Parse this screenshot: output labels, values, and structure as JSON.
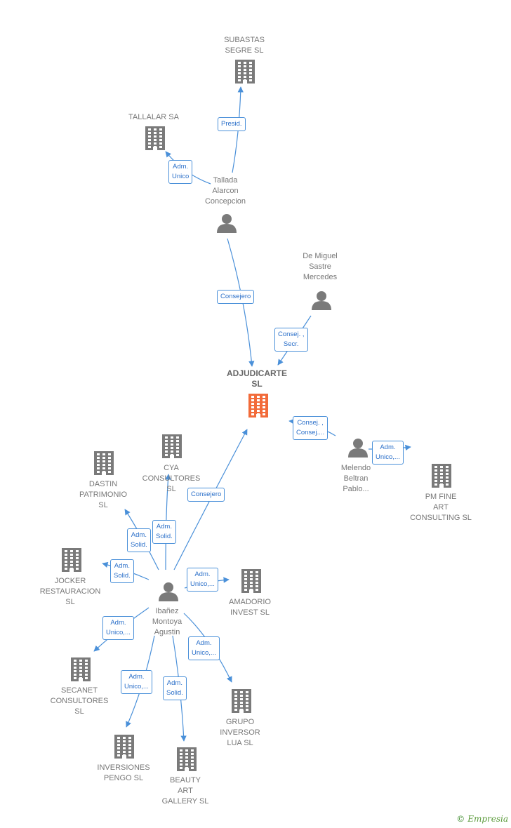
{
  "nodes": {
    "subastas": {
      "label": "SUBASTAS\nSEGRE SL",
      "type": "company"
    },
    "tallalar": {
      "label": "TALLALAR SA",
      "type": "company"
    },
    "tallada": {
      "label": "Tallada\nAlarcon\nConcepcion",
      "type": "person"
    },
    "demiguel": {
      "label": "De Miguel\nSastre\nMercedes",
      "type": "person"
    },
    "adjudicarte": {
      "label": "ADJUDICARTE\nSL",
      "type": "company-main"
    },
    "melendo": {
      "label": "Melendo\nBeltran\nPablo...",
      "type": "person"
    },
    "pmfine": {
      "label": "PM FINE\nART\nCONSULTING SL",
      "type": "company"
    },
    "cya": {
      "label": "CYA\nCONSULTORES\nSL",
      "type": "company"
    },
    "dastin": {
      "label": "DASTIN\nPATRIMONIO\nSL",
      "type": "company"
    },
    "jocker": {
      "label": "JOCKER\nRESTAURACION\nSL",
      "type": "company"
    },
    "amadorio": {
      "label": "AMADORIO\nINVEST SL",
      "type": "company"
    },
    "ibanez": {
      "label": "Ibañez\nMontoya\nAgustin",
      "type": "person"
    },
    "secanet": {
      "label": "SECANET\nCONSULTORES\nSL",
      "type": "company"
    },
    "grupo": {
      "label": "GRUPO\nINVERSOR\nLUA SL",
      "type": "company"
    },
    "inversiones": {
      "label": "INVERSIONES\nPENGO SL",
      "type": "company"
    },
    "beauty": {
      "label": "BEAUTY\nART\nGALLERY SL",
      "type": "company"
    }
  },
  "edges": [
    {
      "id": "e1",
      "label": "Presid."
    },
    {
      "id": "e2",
      "label": "Adm.\nUnico"
    },
    {
      "id": "e3",
      "label": "Consejero"
    },
    {
      "id": "e4",
      "label": "Consej. ,\nSecr."
    },
    {
      "id": "e5",
      "label": "Consej. ,\nConsej...."
    },
    {
      "id": "e6",
      "label": "Adm.\nUnico,..."
    },
    {
      "id": "e7",
      "label": "Consejero"
    },
    {
      "id": "e8",
      "label": "Adm.\nSolid."
    },
    {
      "id": "e9",
      "label": "Adm.\nSolid."
    },
    {
      "id": "e10",
      "label": "Adm.\nSolid."
    },
    {
      "id": "e11",
      "label": "Adm.\nUnico,..."
    },
    {
      "id": "e12",
      "label": "Adm.\nUnico,..."
    },
    {
      "id": "e13",
      "label": "Adm.\nUnico,..."
    },
    {
      "id": "e14",
      "label": "Adm.\nUnico,..."
    },
    {
      "id": "e15",
      "label": "Adm.\nSolid."
    }
  ],
  "colors": {
    "company": "#7a7a7a",
    "main": "#f26b3a",
    "person": "#7a7a7a",
    "edge": "#4a90d9",
    "edge_text": "#2a6fc9"
  },
  "footer": {
    "copyright": "©",
    "brand": "Empresia"
  }
}
